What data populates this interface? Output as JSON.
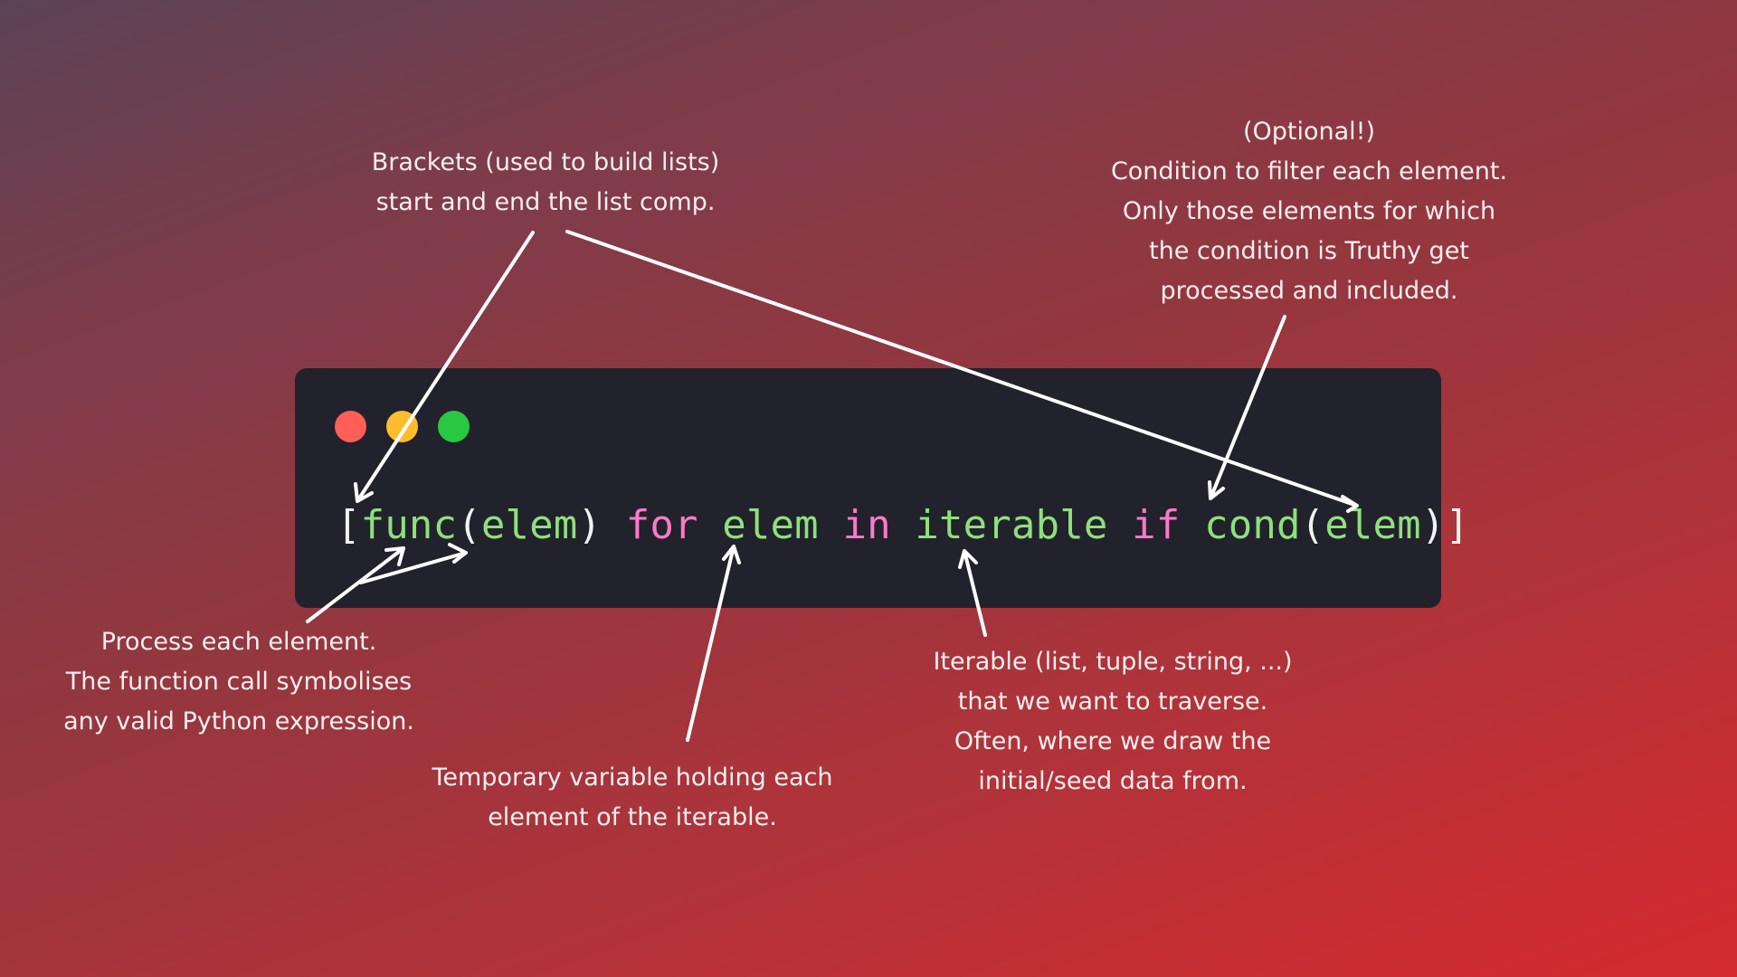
{
  "colors": {
    "window_bg": "#22222c",
    "dot_red": "#ff5f57",
    "dot_yellow": "#febc2e",
    "dot_green": "#28c840",
    "code_white": "#f2f2f2",
    "code_green": "#8ee07c",
    "code_pink": "#ff7ac6",
    "annotation_text": "#f6eeee",
    "arrow": "#ffffff"
  },
  "code": {
    "tokens": [
      {
        "text": "[",
        "color": "white"
      },
      {
        "text": "func",
        "color": "green"
      },
      {
        "text": "(",
        "color": "white"
      },
      {
        "text": "elem",
        "color": "green"
      },
      {
        "text": ")",
        "color": "white"
      },
      {
        "text": " ",
        "color": "white"
      },
      {
        "text": "for",
        "color": "pink"
      },
      {
        "text": " ",
        "color": "white"
      },
      {
        "text": "elem",
        "color": "green"
      },
      {
        "text": " ",
        "color": "white"
      },
      {
        "text": "in",
        "color": "pink"
      },
      {
        "text": " ",
        "color": "white"
      },
      {
        "text": "iterable",
        "color": "green"
      },
      {
        "text": " ",
        "color": "white"
      },
      {
        "text": "if",
        "color": "pink"
      },
      {
        "text": " ",
        "color": "white"
      },
      {
        "text": "cond",
        "color": "green"
      },
      {
        "text": "(",
        "color": "white"
      },
      {
        "text": "elem",
        "color": "green"
      },
      {
        "text": ")",
        "color": "white"
      },
      {
        "text": "]",
        "color": "white"
      }
    ]
  },
  "annotations": {
    "brackets": {
      "lines": [
        "Brackets (used to build lists)",
        "start and end the list comp."
      ]
    },
    "condition": {
      "lines": [
        "(Optional!)",
        "Condition to filter each element.",
        "Only those elements for which",
        "the condition is Truthy get",
        "processed and included."
      ]
    },
    "process": {
      "lines": [
        "Process each element.",
        "The function call symbolises",
        "any valid Python expression."
      ]
    },
    "temporary": {
      "lines": [
        "Temporary variable holding each",
        "element of the iterable."
      ]
    },
    "iterable": {
      "lines": [
        "Iterable (list, tuple, string, ...)",
        "that we want to traverse.",
        "Often, where we draw the",
        "initial/seed data from."
      ]
    }
  }
}
